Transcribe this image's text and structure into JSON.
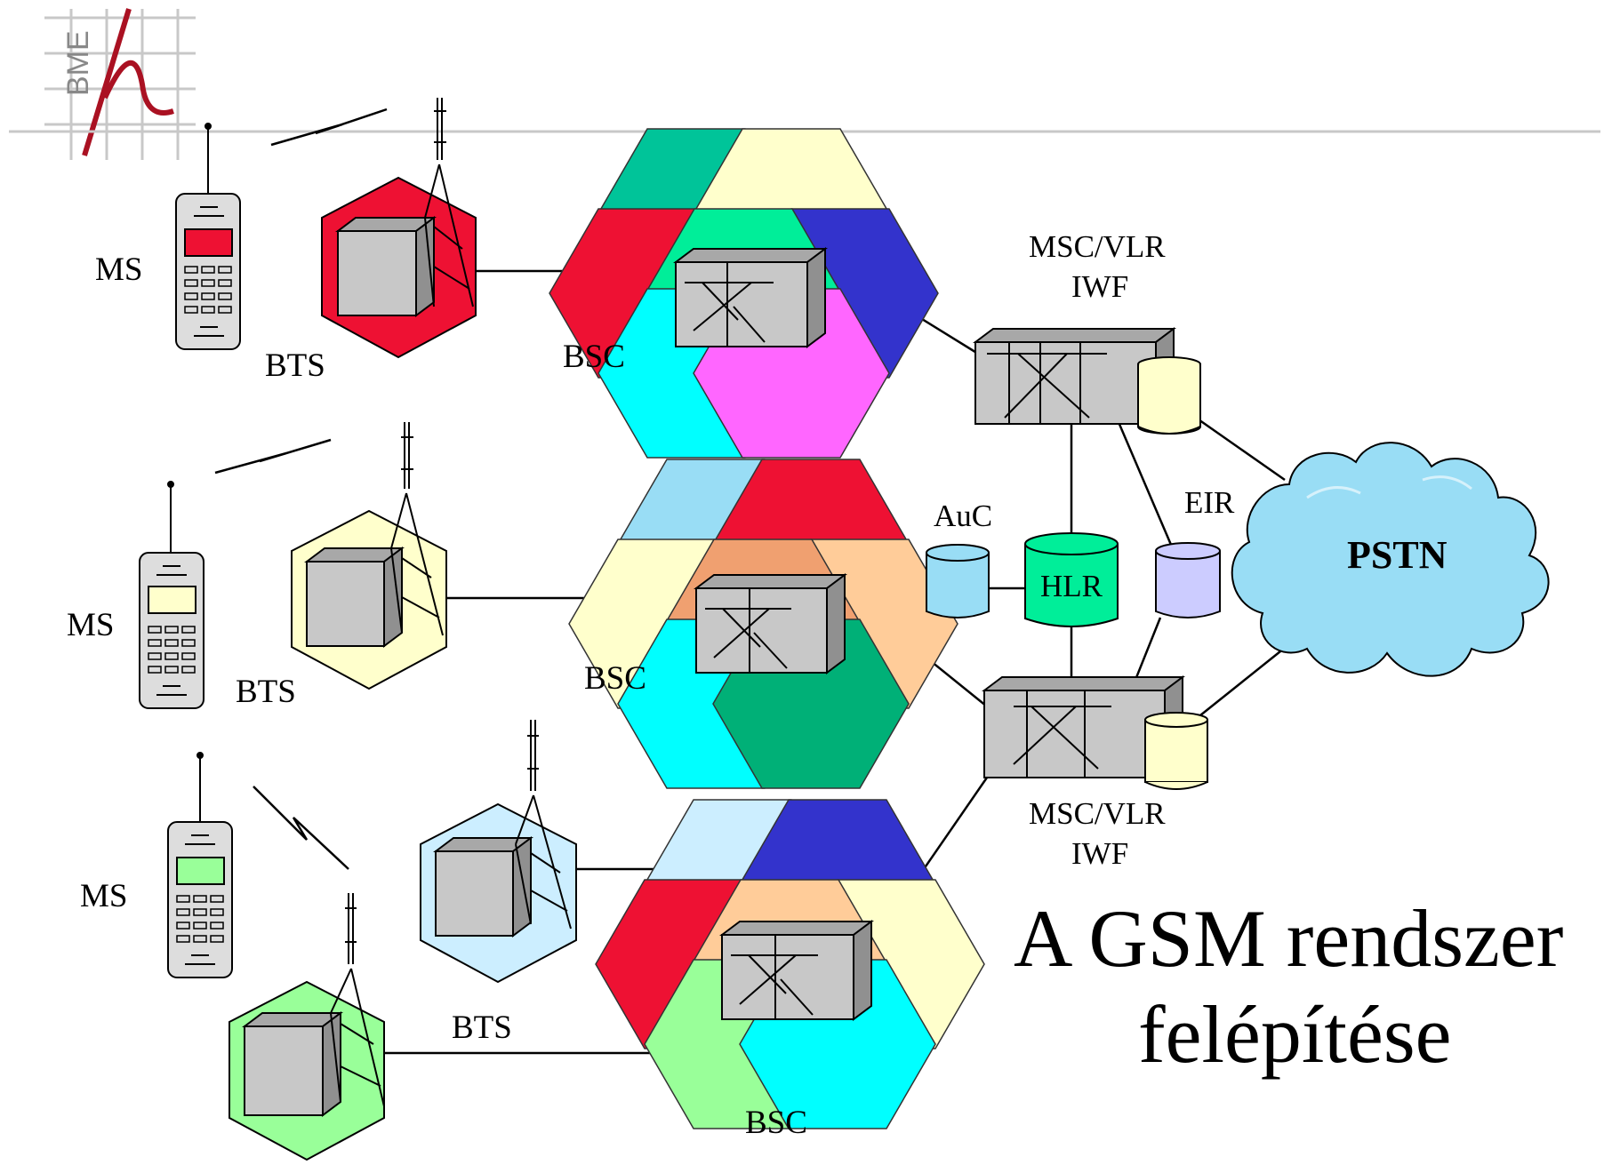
{
  "title": {
    "line1": "A GSM rendszer",
    "line2": "felépítése"
  },
  "logo": {
    "text": "BME",
    "icon": "bme-logo-icon"
  },
  "labels": {
    "ms": "MS",
    "bts": "BTS",
    "bsc": "BSC",
    "msc_vlr": "MSC/VLR",
    "iwf": "IWF",
    "auc": "AuC",
    "hlr": "HLR",
    "eir": "EIR",
    "pstn": "PSTN"
  },
  "colors": {
    "red": "#ee1133",
    "teal": "#00c499",
    "lightyellow": "#ffffcc",
    "blue": "#3333cc",
    "cyan": "#00ffff",
    "magenta": "#ff66ff",
    "lightblue": "#99ddf5",
    "peach": "#ffcc99",
    "green": "#00b077",
    "paleblue": "#cceeff",
    "lightgreen": "#99ff99",
    "hlr": "#00ee99",
    "lavender": "#ccccff",
    "cloud": "#99ddf5",
    "box": "#c8c8c8",
    "boxdark": "#909090"
  }
}
